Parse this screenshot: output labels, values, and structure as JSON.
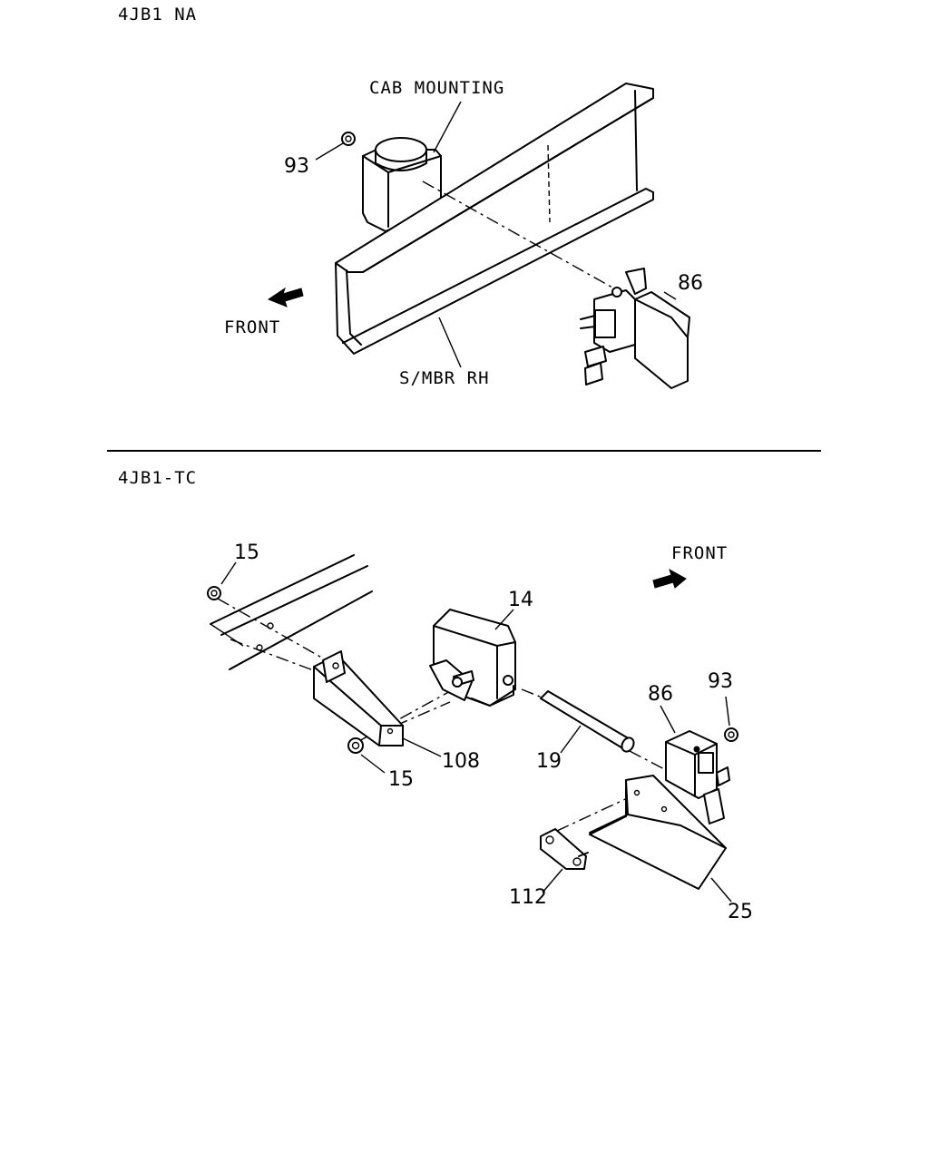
{
  "sections": [
    {
      "title": "4JB1 NA",
      "labels": {
        "cab_mounting": "CAB MOUNTING",
        "front": "FRONT",
        "side_member": "S/MBR RH"
      },
      "callouts": {
        "nut": "93",
        "bracket": "86"
      }
    },
    {
      "title": "4JB1-TC",
      "labels": {
        "front": "FRONT"
      },
      "callouts": {
        "nut_top": "15",
        "nut_bottom": "15",
        "box": "14",
        "bracket": "108",
        "hose": "19",
        "valve_bracket": "86",
        "nut_right": "93",
        "gasket": "112",
        "cover": "25"
      }
    }
  ]
}
